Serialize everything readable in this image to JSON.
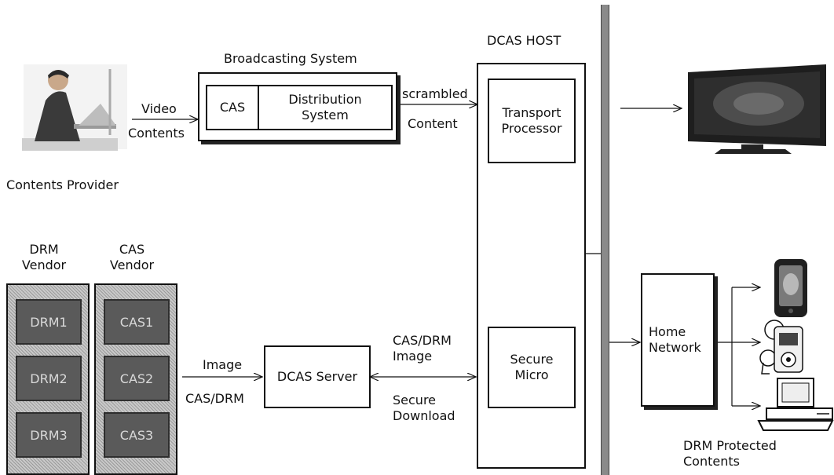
{
  "provider": {
    "label": "Contents Provider"
  },
  "flow": {
    "video": "Video",
    "contents": "Contents"
  },
  "broadcast": {
    "title": "Broadcasting System",
    "cas": "CAS",
    "distribution": "Distribution System"
  },
  "scrambled": {
    "line1": "scrambled",
    "line2": "Content"
  },
  "host": {
    "title": "DCAS HOST",
    "transport": "Transport Processor",
    "secure_micro": "Secure Micro"
  },
  "vendors": {
    "drm_title": "DRM Vendor",
    "cas_title": "CAS Vendor",
    "drm_items": [
      "DRM1",
      "DRM2",
      "DRM3"
    ],
    "cas_items": [
      "CAS1",
      "CAS2",
      "CAS3"
    ]
  },
  "server": {
    "label": "DCAS Server",
    "image": "Image",
    "casdrm": "CAS/DRM"
  },
  "download": {
    "casdrm_image": "CAS/DRM Image",
    "secure_download": "Secure Download"
  },
  "home": {
    "label": "Home Network"
  },
  "protected": {
    "label": "DRM Protected Contents"
  },
  "colors": {
    "ink": "#111111",
    "button_fill": "#5a5a5a",
    "button_text": "#d9d9d9",
    "bar": "#8a8a8a"
  }
}
